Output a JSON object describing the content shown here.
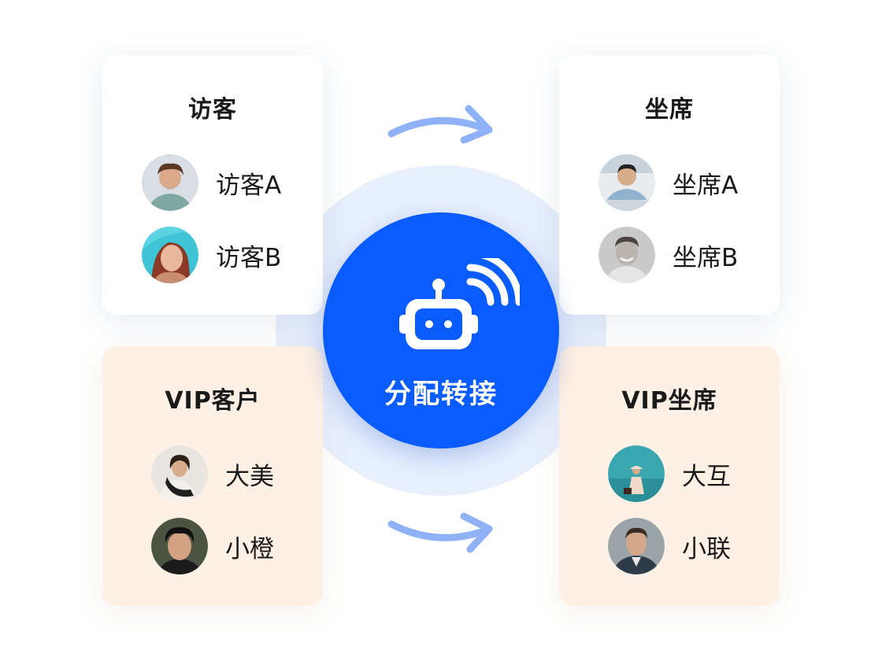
{
  "center": {
    "label": "分配转接",
    "color": "#0a5cff",
    "icon": "robot-signal-icon"
  },
  "visitor_card": {
    "title": "访客",
    "people": [
      {
        "name": "访客A"
      },
      {
        "name": "访客B"
      }
    ]
  },
  "agent_card": {
    "title": "坐席",
    "people": [
      {
        "name": "坐席A"
      },
      {
        "name": "坐席B"
      }
    ]
  },
  "vip_customer_card": {
    "title": "VIP客户",
    "people": [
      {
        "name": "大美"
      },
      {
        "name": "小橙"
      }
    ]
  },
  "vip_agent_card": {
    "title": "VIP坐席",
    "people": [
      {
        "name": "大互"
      },
      {
        "name": "小联"
      }
    ]
  },
  "colors": {
    "arrow": "#8fb1f7",
    "vip_card_bg": "#fdf0e4"
  }
}
